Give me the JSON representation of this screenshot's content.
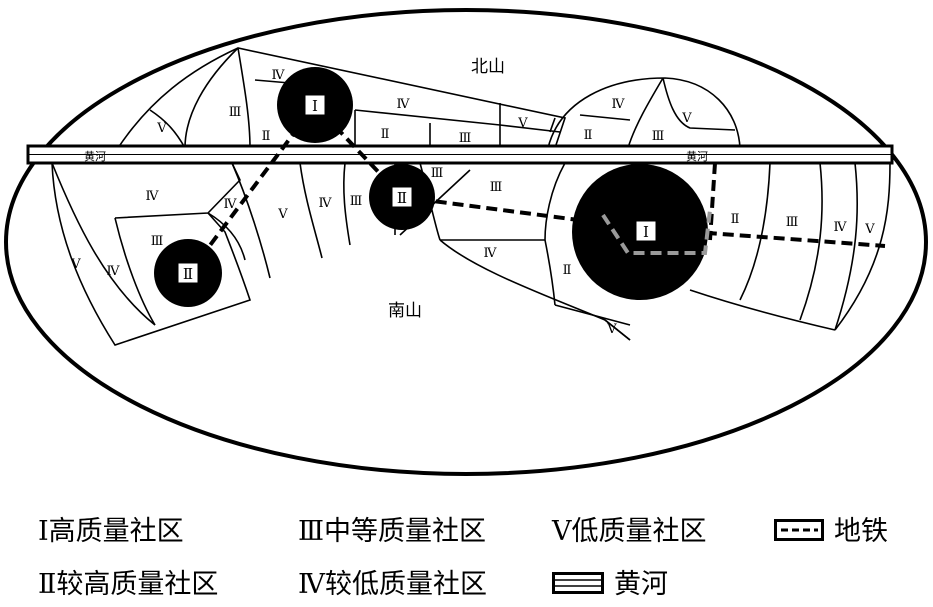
{
  "map": {
    "labels": {
      "north_mountain": "北山",
      "south_mountain": "南山",
      "river_west": "黄河",
      "river_east": "黄河"
    },
    "zone_labels": [
      "Ⅳ",
      "Ⅲ",
      "Ⅴ",
      "Ⅱ",
      "Ⅳ",
      "Ⅱ",
      "Ⅲ",
      "Ⅴ",
      "Ⅳ",
      "Ⅴ",
      "Ⅱ",
      "Ⅲ",
      "Ⅳ",
      "Ⅳ",
      "Ⅲ",
      "Ⅴ",
      "Ⅳ",
      "Ⅴ",
      "Ⅳ",
      "Ⅲ",
      "Ⅲ",
      "Ⅲ",
      "Ⅳ",
      "Ⅱ",
      "Ⅴ",
      "Ⅱ",
      "Ⅲ",
      "Ⅳ",
      "Ⅴ"
    ],
    "centers": [
      {
        "grade": "Ⅰ"
      },
      {
        "grade": "Ⅱ"
      },
      {
        "grade": "Ⅱ"
      },
      {
        "grade": "Ⅰ"
      }
    ]
  },
  "legend": {
    "items": [
      {
        "key": "grade1",
        "text": "Ⅰ高质量社区"
      },
      {
        "key": "grade3",
        "text": "Ⅲ中等质量社区"
      },
      {
        "key": "grade5",
        "text": "Ⅴ低质量社区"
      },
      {
        "key": "metro",
        "text": "地铁"
      },
      {
        "key": "grade2",
        "text": "Ⅱ较高质量社区"
      },
      {
        "key": "grade4",
        "text": "Ⅳ较低质量社区"
      },
      {
        "key": "river",
        "text": "黄河"
      }
    ]
  }
}
